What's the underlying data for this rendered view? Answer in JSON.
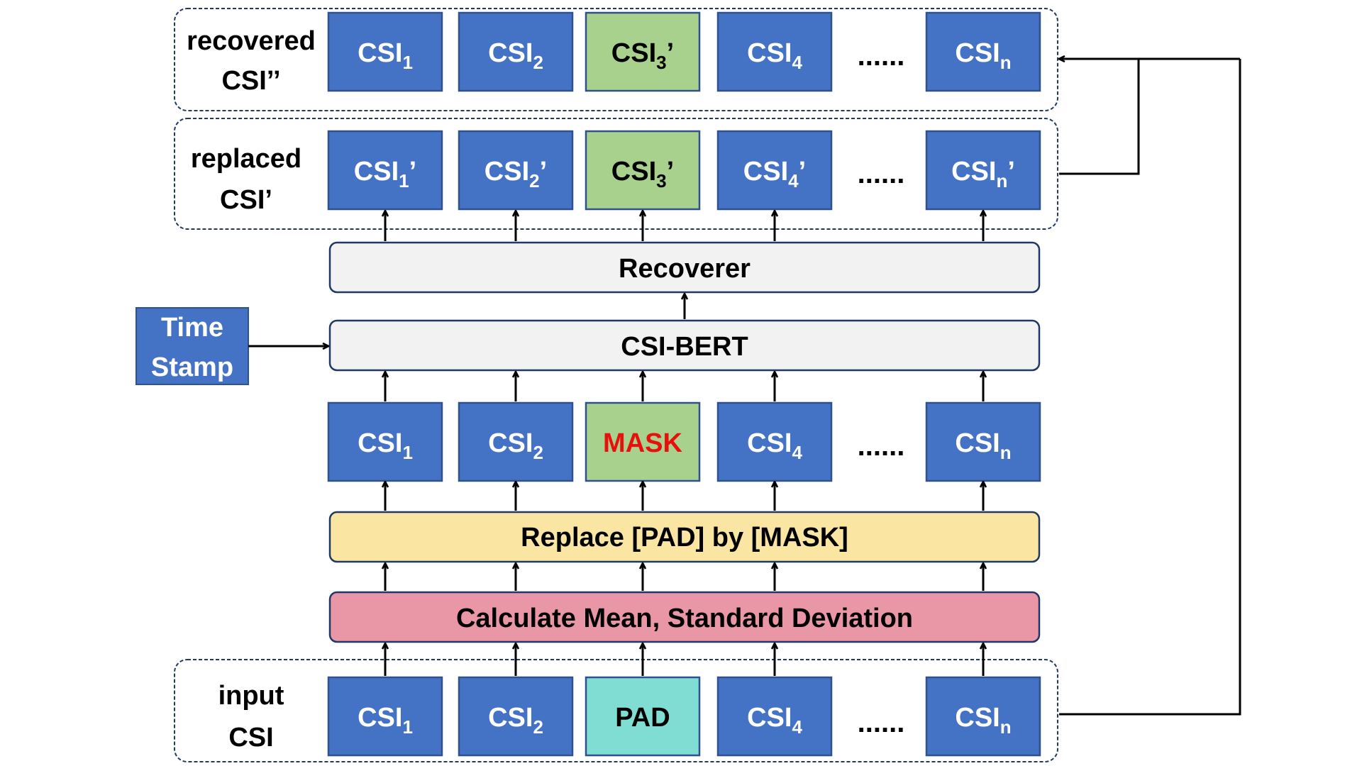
{
  "rows": {
    "recovered": {
      "label_line1": "recovered",
      "label_line2": "CSI’’",
      "cells": [
        {
          "base": "CSI",
          "sub": "1",
          "suffix": "",
          "kind": "blue"
        },
        {
          "base": "CSI",
          "sub": "2",
          "suffix": "",
          "kind": "blue"
        },
        {
          "base": "CSI",
          "sub": "3",
          "suffix": "’",
          "kind": "green"
        },
        {
          "base": "CSI",
          "sub": "4",
          "suffix": "",
          "kind": "blue"
        },
        {
          "base": "CSI",
          "sub": "n",
          "suffix": "",
          "kind": "blue"
        }
      ]
    },
    "replaced": {
      "label_line1": "replaced",
      "label_line2": "CSI’",
      "cells": [
        {
          "base": "CSI",
          "sub": "1",
          "suffix": "’",
          "kind": "blue"
        },
        {
          "base": "CSI",
          "sub": "2",
          "suffix": "’",
          "kind": "blue"
        },
        {
          "base": "CSI",
          "sub": "3",
          "suffix": "’",
          "kind": "green"
        },
        {
          "base": "CSI",
          "sub": "4",
          "suffix": "’",
          "kind": "blue"
        },
        {
          "base": "CSI",
          "sub": "n",
          "suffix": "’",
          "kind": "blue"
        }
      ]
    },
    "masked": {
      "cells": [
        {
          "base": "CSI",
          "sub": "1",
          "suffix": "",
          "kind": "blue"
        },
        {
          "base": "CSI",
          "sub": "2",
          "suffix": "",
          "kind": "blue"
        },
        {
          "base": "MASK",
          "sub": "",
          "suffix": "",
          "kind": "mask"
        },
        {
          "base": "CSI",
          "sub": "4",
          "suffix": "",
          "kind": "blue"
        },
        {
          "base": "CSI",
          "sub": "n",
          "suffix": "",
          "kind": "blue"
        }
      ]
    },
    "input": {
      "label_line1": "input",
      "label_line2": "CSI",
      "cells": [
        {
          "base": "CSI",
          "sub": "1",
          "suffix": "",
          "kind": "blue"
        },
        {
          "base": "CSI",
          "sub": "2",
          "suffix": "",
          "kind": "blue"
        },
        {
          "base": "PAD",
          "sub": "",
          "suffix": "",
          "kind": "pad"
        },
        {
          "base": "CSI",
          "sub": "4",
          "suffix": "",
          "kind": "blue"
        },
        {
          "base": "CSI",
          "sub": "n",
          "suffix": "",
          "kind": "blue"
        }
      ]
    }
  },
  "ellipsis": "......",
  "bars": {
    "recoverer": "Recoverer",
    "csi_bert": "CSI-BERT",
    "replace": "Replace [PAD] by [MASK]",
    "calculate": "Calculate Mean, Standard Deviation"
  },
  "timestamp": {
    "line1": "Time",
    "line2": "Stamp"
  },
  "colors": {
    "blue": "#4472C4",
    "green": "#A9D18E",
    "pad": "#7FDDD3",
    "mask_text": "#E8100D",
    "bar_gray": "#F2F2F2",
    "bar_yellow": "#FAE5A3",
    "bar_pink": "#E996A6",
    "border": "#1F3864"
  }
}
